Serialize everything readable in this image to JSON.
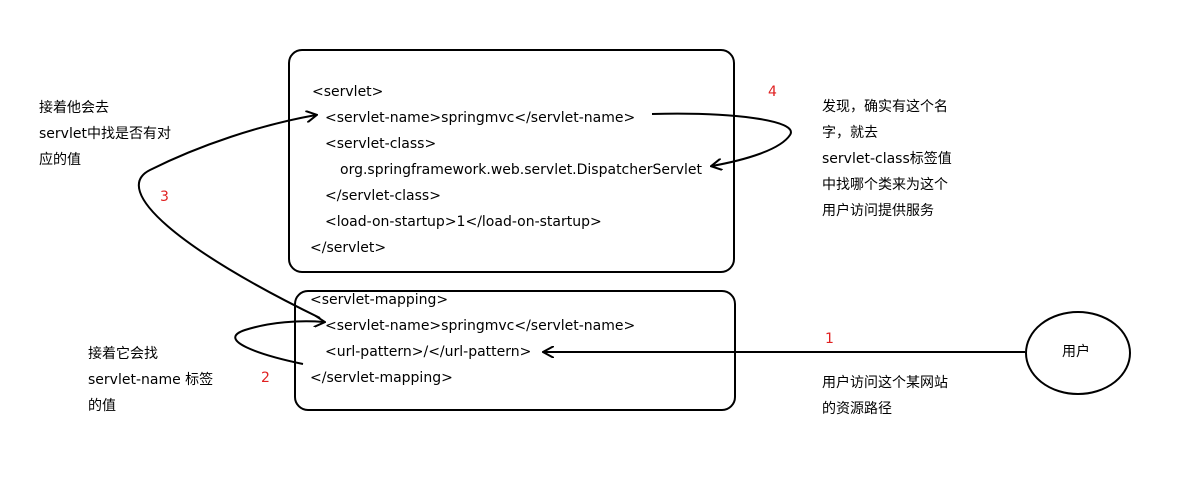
{
  "servlet_block": {
    "open": "<servlet>",
    "name": "<servlet-name>springmvc</servlet-name>",
    "class_open": "<servlet-class>",
    "class_value": "org.springframework.web.servlet.DispatcherServlet",
    "class_close": "</servlet-class>",
    "load": "<load-on-startup>1</load-on-startup>",
    "close": "</servlet>"
  },
  "mapping_block": {
    "open": "<servlet-mapping>",
    "name": "<servlet-name>springmvc</servlet-name>",
    "url": "<url-pattern>/</url-pattern>",
    "close": "</servlet-mapping>"
  },
  "user": {
    "label": "用户"
  },
  "steps": [
    {
      "number": "1",
      "lines": [
        "用户访问这个某网站",
        "的资源路径"
      ]
    },
    {
      "number": "2",
      "lines": [
        "接着它会找",
        "servlet-name 标签",
        "的值"
      ]
    },
    {
      "number": "3",
      "lines": [
        "接着他会去",
        "servlet中找是否有对",
        "应的值"
      ]
    },
    {
      "number": "4",
      "lines": [
        "发现，确实有这个名",
        "字，就去",
        "servlet-class标签值",
        "中找哪个类来为这个",
        "用户访问提供服务"
      ]
    }
  ],
  "colors": {
    "step_number": "#e02020",
    "line": "#000000"
  }
}
